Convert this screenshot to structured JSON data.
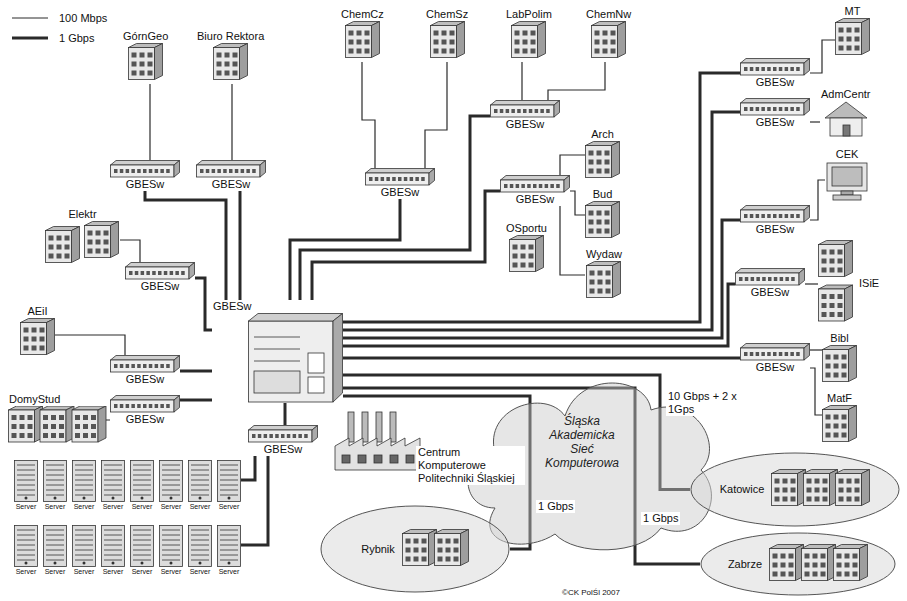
{
  "diagram": {
    "nodes": [
      {
        "text": [
          "ChemCz"
        ]
      },
      {
        "text": [
          "ChemSz"
        ]
      },
      {
        "text": [
          "LabPolim"
        ]
      },
      {
        "text": [
          "ChemNw"
        ]
      },
      {
        "text": [
          "MT"
        ]
      },
      {
        "text": [
          "AdmCentr"
        ]
      },
      {
        "text": [
          "GórnGeo"
        ]
      },
      {
        "text": [
          "Biuro Rektora"
        ]
      },
      {
        "text": [
          "Arch"
        ]
      },
      {
        "text": [
          "Bud"
        ]
      },
      {
        "text": [
          "OSportu"
        ]
      },
      {
        "text": [
          "Wydaw"
        ]
      },
      {
        "text": [
          "CEK"
        ]
      },
      {
        "text": [
          "Elektr"
        ]
      },
      {
        "text": [
          "ISiE"
        ]
      },
      {
        "text": [
          "AEiI"
        ]
      },
      {
        "text": [
          "Bibl"
        ]
      },
      {
        "text": [
          "MatF"
        ]
      },
      {
        "text": [
          "DomyStud"
        ]
      },
      {
        "text": [
          "GBESw"
        ]
      },
      {
        "text": [
          "GBESw"
        ]
      },
      {
        "text": [
          "GBESw"
        ]
      },
      {
        "text": [
          "GBESw"
        ]
      },
      {
        "text": [
          "GBESw"
        ]
      },
      {
        "text": [
          "GBESw"
        ]
      },
      {
        "text": [
          "GBESw"
        ]
      },
      {
        "text": [
          "GBESw"
        ]
      },
      {
        "text": [
          "GBESw"
        ]
      },
      {
        "text": [
          "GBESw"
        ]
      },
      {
        "text": [
          "GBESw"
        ]
      },
      {
        "text": [
          "GBESw"
        ]
      },
      {
        "text": [
          "GBESw"
        ]
      },
      {
        "text": [
          "GBESw"
        ]
      },
      {
        "text": [
          "GBESw"
        ]
      },
      {
        "text": [
          "Śląska Akademicka Sieć Komputerowa"
        ]
      },
      {
        "text": [
          "Katowice"
        ]
      },
      {
        "text": [
          "Zabrze"
        ]
      },
      {
        "text": [
          "Rybnik"
        ]
      },
      {
        "text": [
          "Server"
        ]
      },
      {
        "text": [
          "Server"
        ]
      },
      {
        "text": [
          "Server"
        ]
      },
      {
        "text": [
          "Server"
        ]
      },
      {
        "text": [
          "Server"
        ]
      },
      {
        "text": [
          "Server"
        ]
      },
      {
        "text": [
          "Server"
        ]
      },
      {
        "text": [
          "Server"
        ]
      },
      {
        "text": [
          "Server"
        ]
      },
      {
        "text": [
          "Server"
        ]
      },
      {
        "text": [
          "Server"
        ]
      },
      {
        "text": [
          "Server"
        ]
      },
      {
        "text": [
          "Server"
        ]
      },
      {
        "text": [
          "Server"
        ]
      },
      {
        "text": [
          "Server"
        ]
      },
      {
        "text": [
          "Server"
        ]
      }
    ],
    "edges": [
      {
        "from": 19,
        "to": 0,
        "arrow": "none"
      },
      {
        "from": 19,
        "to": 1,
        "arrow": "none"
      },
      {
        "from": 20,
        "to": 2,
        "arrow": "none"
      },
      {
        "from": 20,
        "to": 3,
        "arrow": "none"
      },
      {
        "from": 21,
        "to": 4,
        "arrow": "none"
      },
      {
        "from": 22,
        "to": 5,
        "arrow": "none"
      },
      {
        "from": 23,
        "to": 6,
        "arrow": "none"
      },
      {
        "from": 24,
        "to": 7,
        "arrow": "none"
      },
      {
        "from": 25,
        "to": 8,
        "arrow": "none"
      },
      {
        "from": 25,
        "to": 9,
        "arrow": "none"
      },
      {
        "from": 25,
        "to": 11,
        "arrow": "none"
      },
      {
        "from": 26,
        "to": 12,
        "arrow": "none"
      },
      {
        "from": 27,
        "to": 13,
        "arrow": "none"
      },
      {
        "from": 28,
        "to": 14,
        "arrow": "none"
      },
      {
        "from": 29,
        "to": 16,
        "arrow": "none"
      },
      {
        "from": 29,
        "to": 17,
        "arrow": "none"
      },
      {
        "from": 30,
        "to": 15,
        "arrow": "none"
      },
      {
        "from": 31,
        "to": 18,
        "arrow": "none"
      },
      {
        "from": 32,
        "to": 45,
        "arrow": "none"
      },
      {
        "from": 32,
        "to": 53,
        "arrow": "none"
      },
      {
        "from": 33,
        "to": 19,
        "arrow": "none"
      },
      {
        "from": 33,
        "to": 20,
        "arrow": "none"
      },
      {
        "from": 33,
        "to": 21,
        "arrow": "none"
      },
      {
        "from": 33,
        "to": 22,
        "arrow": "none"
      },
      {
        "from": 33,
        "to": 23,
        "arrow": "none"
      },
      {
        "from": 33,
        "to": 24,
        "arrow": "none"
      },
      {
        "from": 33,
        "to": 25,
        "arrow": "none"
      },
      {
        "from": 33,
        "to": 26,
        "arrow": "none"
      },
      {
        "from": 33,
        "to": 27,
        "arrow": "none"
      },
      {
        "from": 33,
        "to": 28,
        "arrow": "none"
      },
      {
        "from": 33,
        "to": 29,
        "arrow": "none"
      },
      {
        "from": 33,
        "to": 30,
        "arrow": "none"
      },
      {
        "from": 33,
        "to": 31,
        "arrow": "none"
      },
      {
        "from": 33,
        "to": 32,
        "arrow": "none"
      },
      {
        "from": 33,
        "to": 35,
        "arrow": "none",
        "label": "10 Gbps + 2 x 1Gps"
      },
      {
        "from": 33,
        "to": 36,
        "arrow": "none",
        "label": "1 Gbps"
      },
      {
        "from": 33,
        "to": 37,
        "arrow": "none",
        "label": "1 Gbps"
      }
    ],
    "labels": [
      "Centrum Komputerowe Politechniki Śląskiej",
      "©CK PolŚl 2007"
    ],
    "legend": [
      {
        "text": "100 Mbps"
      },
      {
        "text": "1 Gbps"
      }
    ]
  }
}
